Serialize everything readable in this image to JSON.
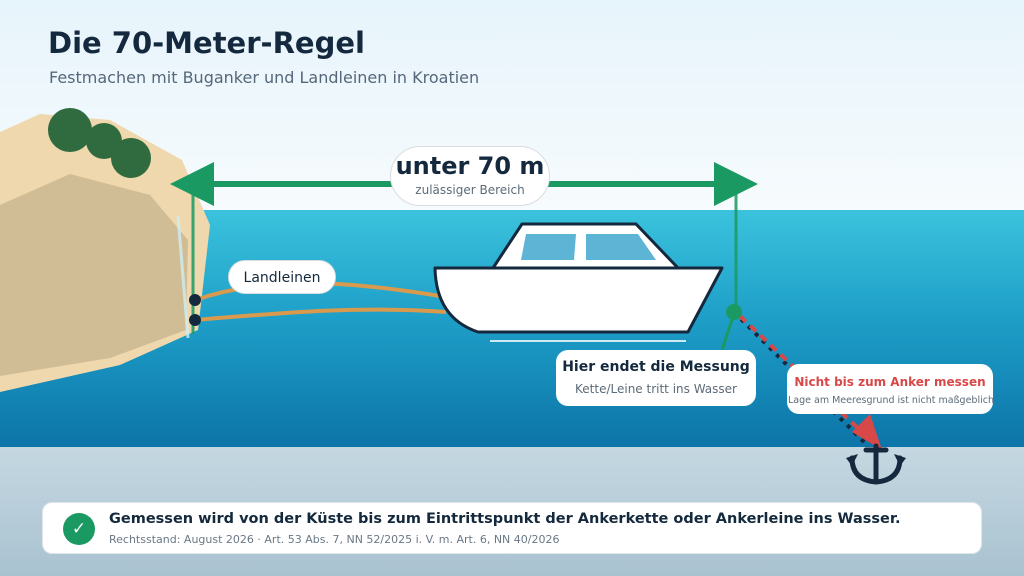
{
  "header": {
    "title": "Die 70-Meter-Regel",
    "subtitle": "Festmachen mit Buganker und Landleinen in Kroatien"
  },
  "range_label": {
    "main": "unter 70 m",
    "sub": "zulässiger Bereich"
  },
  "lines_label": "Landleinen",
  "measurement_label": {
    "main": "Hier endet die Messung",
    "sub": "Kette/Leine tritt ins Wasser"
  },
  "anchor_label": {
    "main": "Nicht bis zum Anker messen",
    "sub": "Lage am Meeresgrund ist nicht maßgeblich"
  },
  "info": {
    "main": "Gemessen wird von der Küste bis zum Eintrittspunkt der Ankerkette oder Ankerleine ins Wasser.",
    "sub": "Rechtsstand: August 2026 · Art. 53 Abs. 7, NN 52/2025 i. V. m. Art. 6, NN 40/2026",
    "check_icon": "✓"
  },
  "colors": {
    "green": "#1a9a62",
    "rope": "#d99a4e",
    "red": "#d94848",
    "navy": "#14293d",
    "water": "#1796c1"
  }
}
